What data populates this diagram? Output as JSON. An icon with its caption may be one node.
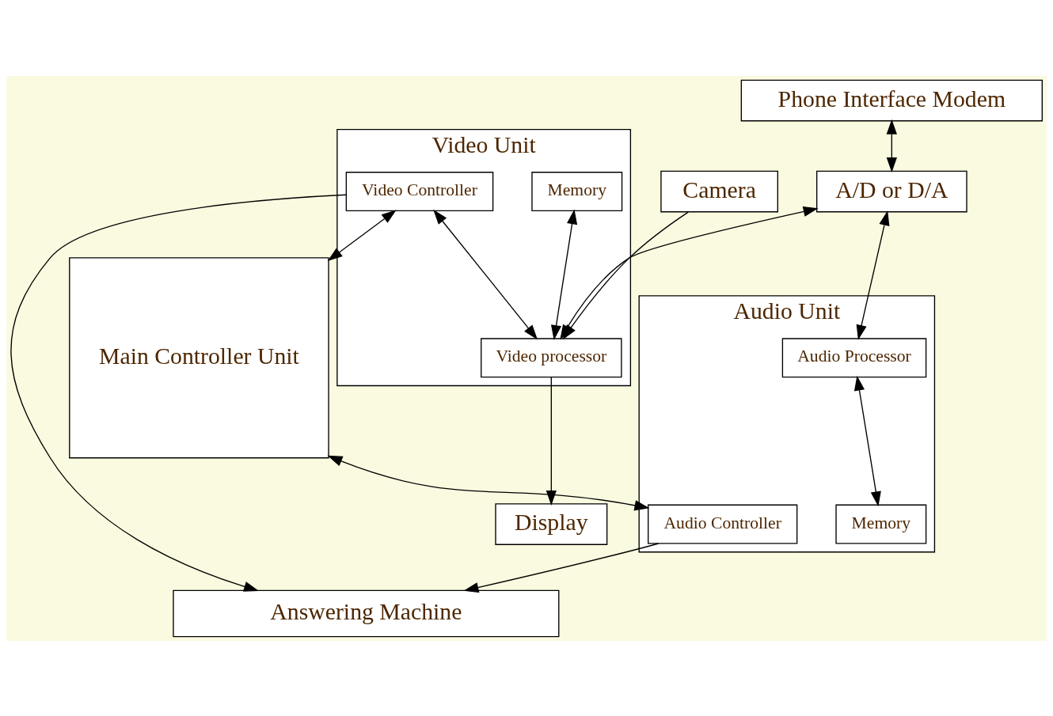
{
  "diagram": {
    "nodes": [
      {
        "text": [
          "Phone Interface Modem"
        ]
      },
      {
        "text": [
          "A/D or D/A"
        ]
      },
      {
        "text": [
          "Video Unit"
        ]
      },
      {
        "text": [
          "Video Controller"
        ],
        "in": 2
      },
      {
        "text": [
          "Memory"
        ],
        "in": 2
      },
      {
        "text": [
          "Video processor"
        ],
        "in": 2
      },
      {
        "text": [
          "Main Controller Unit"
        ]
      },
      {
        "text": [
          "Audio Unit"
        ]
      },
      {
        "text": [
          "Audio Controller"
        ],
        "in": 7
      },
      {
        "text": [
          "Audio Processor"
        ],
        "in": 7
      },
      {
        "text": [
          "Memory"
        ],
        "in": 7
      },
      {
        "text": [
          "Camera"
        ]
      },
      {
        "text": [
          "Display"
        ]
      },
      {
        "text": [
          "Answering Machine"
        ]
      }
    ],
    "edges": [
      {
        "from": 0,
        "to": 1,
        "arrow": "both"
      },
      {
        "from": 1,
        "to": 5,
        "arrow": "both"
      },
      {
        "from": 1,
        "to": 9,
        "arrow": "both"
      },
      {
        "from": 3,
        "to": 6,
        "arrow": "both"
      },
      {
        "from": 6,
        "to": 8,
        "arrow": "both"
      },
      {
        "from": 3,
        "to": 5,
        "arrow": "both"
      },
      {
        "from": 4,
        "to": 5,
        "arrow": "both"
      },
      {
        "from": 11,
        "to": 5,
        "arrow": "to"
      },
      {
        "from": 5,
        "to": 12,
        "arrow": "to"
      },
      {
        "from": 3,
        "to": 13,
        "arrow": "to"
      },
      {
        "from": 8,
        "to": 13,
        "arrow": "to"
      },
      {
        "from": 9,
        "to": 10,
        "arrow": "both"
      }
    ]
  }
}
